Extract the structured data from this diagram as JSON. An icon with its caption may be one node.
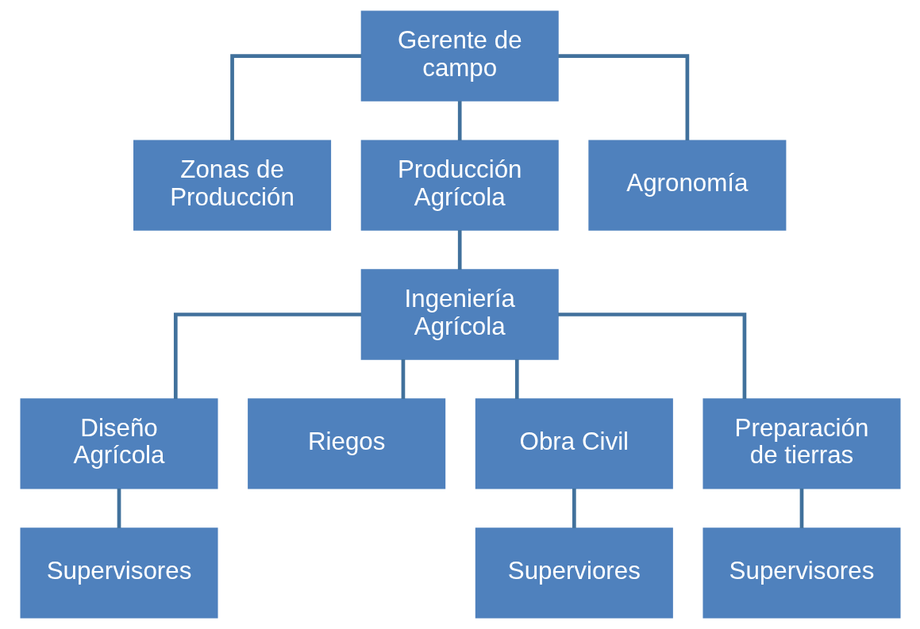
{
  "diagram": {
    "nodes": [
      {
        "text": [
          "Gerente de campo"
        ]
      },
      {
        "text": [
          "Zonas de Producción"
        ]
      },
      {
        "text": [
          "Producción Agrícola"
        ]
      },
      {
        "text": [
          "Agronomía"
        ]
      },
      {
        "text": [
          "Ingeniería Agrícola"
        ]
      },
      {
        "text": [
          "Diseño Agrícola"
        ]
      },
      {
        "text": [
          "Riegos"
        ]
      },
      {
        "text": [
          "Obra Civil"
        ]
      },
      {
        "text": [
          "Preparación de tierras"
        ]
      },
      {
        "text": [
          "Supervisores"
        ]
      },
      {
        "text": [
          "Superviores"
        ]
      },
      {
        "text": [
          "Supervisores"
        ]
      }
    ],
    "edges": [
      {
        "from": 0,
        "to": 1,
        "arrow": "none"
      },
      {
        "from": 0,
        "to": 2,
        "arrow": "none"
      },
      {
        "from": 0,
        "to": 3,
        "arrow": "none"
      },
      {
        "from": 2,
        "to": 4,
        "arrow": "none"
      },
      {
        "from": 4,
        "to": 5,
        "arrow": "none"
      },
      {
        "from": 4,
        "to": 6,
        "arrow": "none"
      },
      {
        "from": 4,
        "to": 7,
        "arrow": "none"
      },
      {
        "from": 4,
        "to": 8,
        "arrow": "none"
      },
      {
        "from": 5,
        "to": 9,
        "arrow": "none"
      },
      {
        "from": 7,
        "to": 10,
        "arrow": "none"
      },
      {
        "from": 8,
        "to": 11,
        "arrow": "none"
      }
    ]
  }
}
